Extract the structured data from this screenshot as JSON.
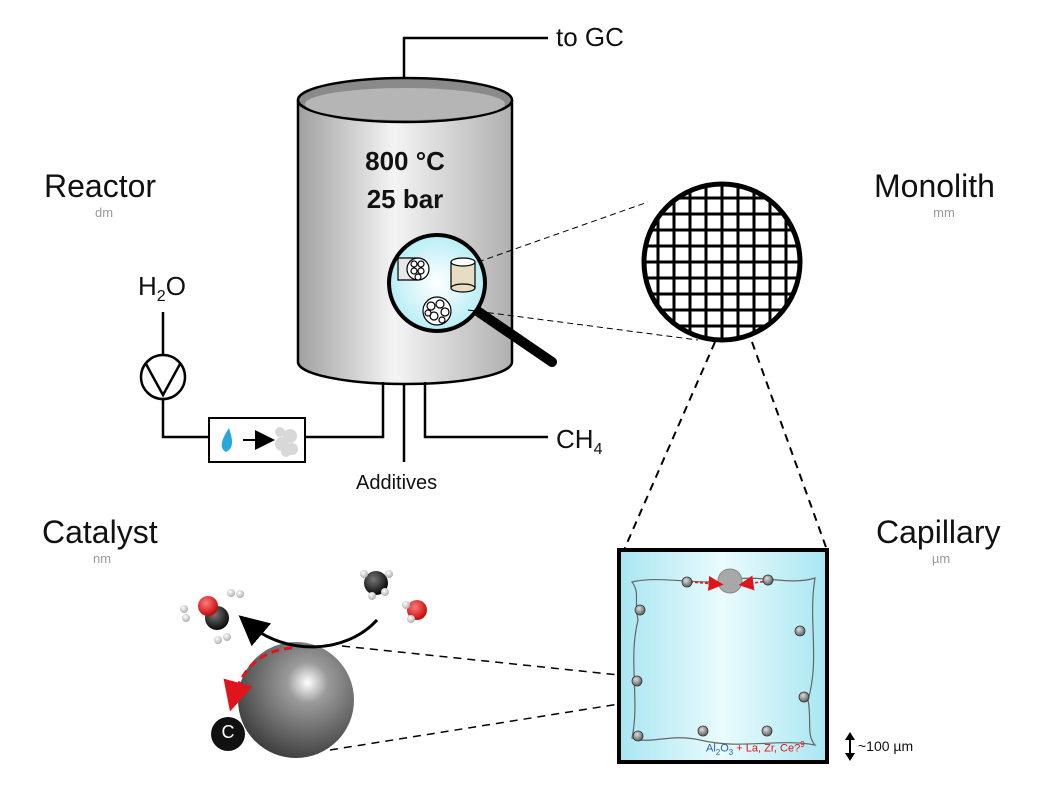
{
  "labels": {
    "to_gc": "to GC",
    "temperature": "800 °C",
    "pressure": "25 bar",
    "water": "H",
    "water_sub": "2",
    "water_tail": "O",
    "methane": "CH",
    "methane_sub": "4",
    "additives": "Additives",
    "carbon_atom": "C"
  },
  "scales": [
    {
      "title": "Reactor",
      "unit": "dm"
    },
    {
      "title": "Monolith",
      "unit": "mm"
    },
    {
      "title": "Catalyst",
      "unit": "nm"
    },
    {
      "title": "Capillary",
      "unit": "µm"
    }
  ],
  "capillary": {
    "composition_base": "Al",
    "composition_sub1": "2",
    "composition_mid": "O",
    "composition_sub2": "3",
    "composition_plus": " + La, Zr, Ce?",
    "composition_sup": "9",
    "scale_bar": "~100 µm"
  },
  "colors": {
    "water_drop": "#29a8e0",
    "capillary_bg": "#c8f0f8",
    "oxygen_red": "#e0151b",
    "migration_arrow": "#e0151b",
    "composition_blue": "#1a63b8"
  }
}
